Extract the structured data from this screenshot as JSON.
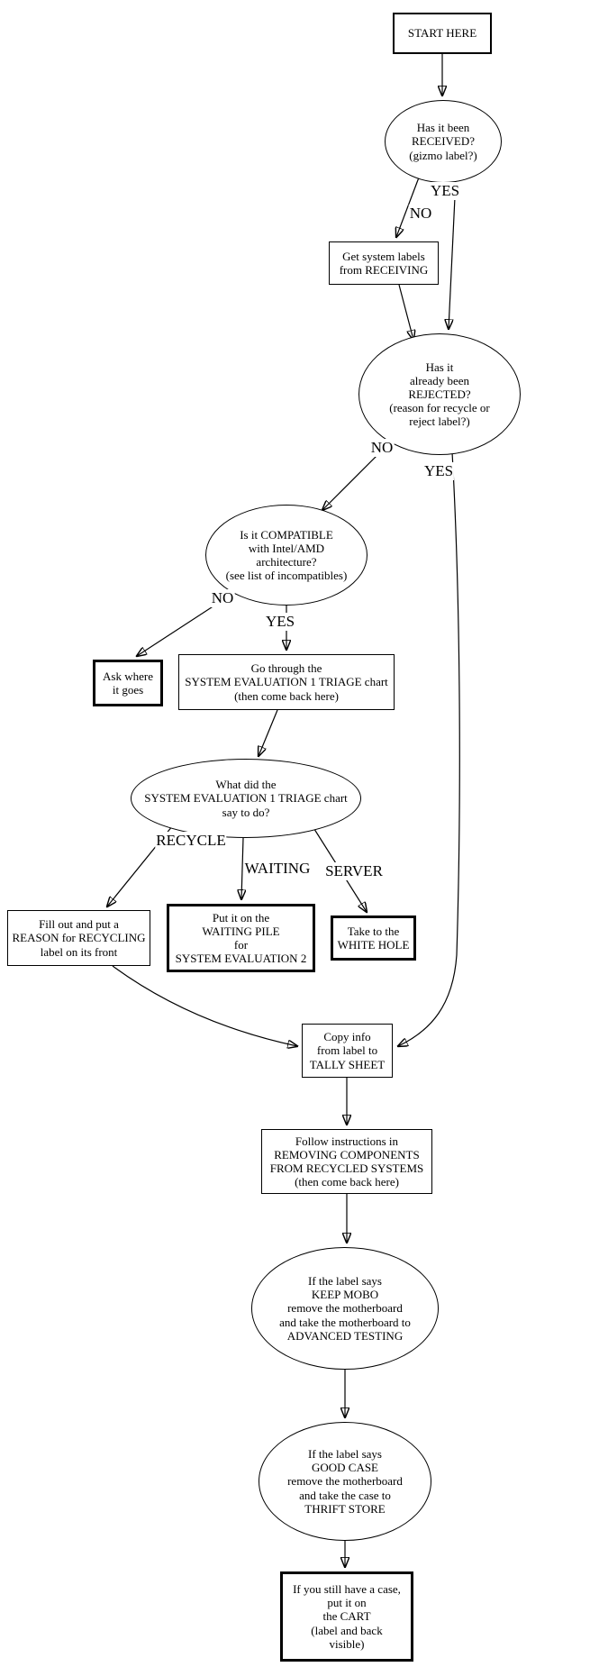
{
  "diagram": {
    "background": "#ffffff",
    "line_color": "#000000",
    "text_color": "#000000"
  },
  "nodes": {
    "start": {
      "shape": "rect-bold",
      "text": "START HERE"
    },
    "received": {
      "shape": "ellipse",
      "text": "Has it been\nRECEIVED?\n(gizmo label?)"
    },
    "get_labels": {
      "shape": "rect",
      "text": "Get system labels\nfrom RECEIVING"
    },
    "rejected": {
      "shape": "ellipse",
      "text": "Has it\nalready been\nREJECTED?\n(reason for recycle or\nreject label?)"
    },
    "compatible": {
      "shape": "ellipse",
      "text": "Is it COMPATIBLE\nwith Intel/AMD\narchitecture?\n(see list of incompatibles)"
    },
    "ask_where": {
      "shape": "rect-thick",
      "text": "Ask where\nit goes"
    },
    "triage": {
      "shape": "rect",
      "text": "Go through the\nSYSTEM EVALUATION 1 TRIAGE chart\n(then come back here)"
    },
    "what_did": {
      "shape": "ellipse",
      "text": "What did the\nSYSTEM EVALUATION 1 TRIAGE chart\nsay to do?"
    },
    "recycling_label": {
      "shape": "rect",
      "text": "Fill out and put a\nREASON for RECYCLING\nlabel on its front"
    },
    "waiting_pile": {
      "shape": "rect-thick",
      "text": "Put it on the\nWAITING PILE\nfor\nSYSTEM EVALUATION 2"
    },
    "white_hole": {
      "shape": "rect-thick",
      "text": "Take to the\nWHITE HOLE"
    },
    "tally_sheet": {
      "shape": "rect",
      "text": "Copy info\nfrom label to\nTALLY SHEET"
    },
    "removing_components": {
      "shape": "rect",
      "text": "Follow instructions in\nREMOVING COMPONENTS\nFROM RECYCLED SYSTEMS\n(then come back here)"
    },
    "keep_mobo": {
      "shape": "ellipse",
      "text": "If the label says\nKEEP MOBO\nremove the motherboard\nand take the motherboard to\nADVANCED TESTING"
    },
    "good_case": {
      "shape": "ellipse",
      "text": "If the label says\nGOOD CASE\nremove the motherboard\nand take the case to\nTHRIFT STORE"
    },
    "cart": {
      "shape": "rect-thick",
      "text": "If you still have a case,\nput it on\nthe CART\n(label and back\nvisible)"
    }
  },
  "edge_labels": {
    "received_yes": "YES",
    "received_no": "NO",
    "rejected_no": "NO",
    "rejected_yes": "YES",
    "compatible_no": "NO",
    "compatible_yes": "YES",
    "recycle": "RECYCLE",
    "waiting": "WAITING",
    "server": "SERVER"
  }
}
